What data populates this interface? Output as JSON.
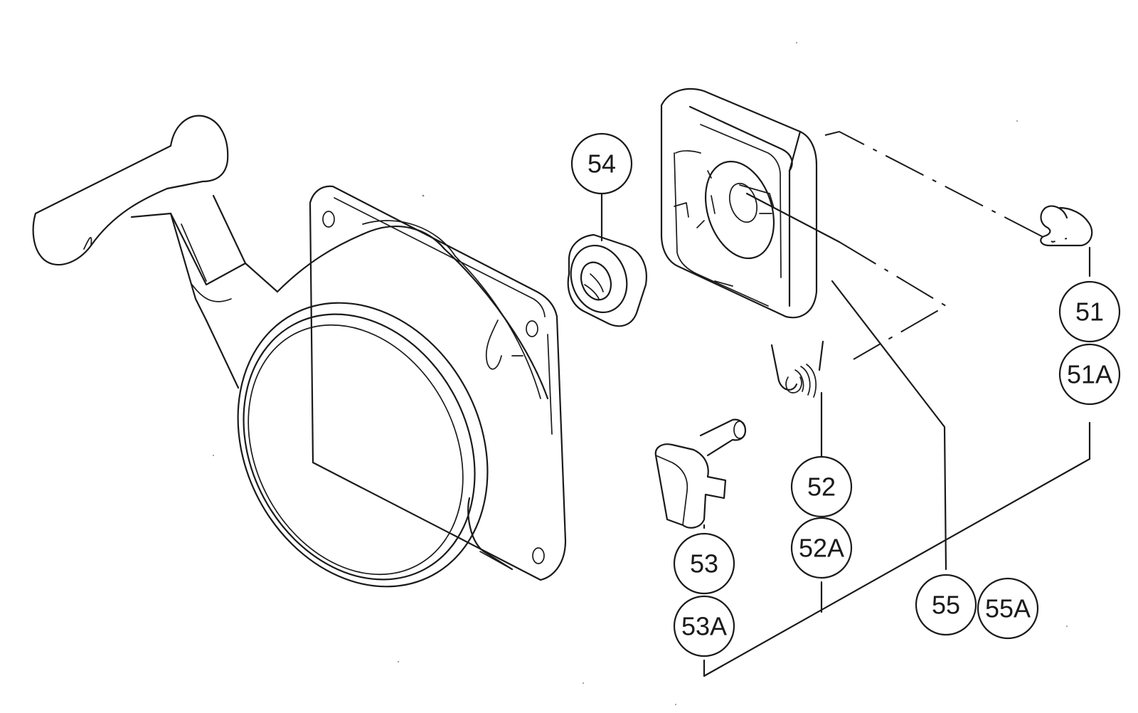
{
  "callouts": {
    "c54": "54",
    "c51": "51",
    "c51A": "51A",
    "c52": "52",
    "c52A": "52A",
    "c53": "53",
    "c53A": "53A",
    "c55": "55",
    "c55A": "55A"
  }
}
